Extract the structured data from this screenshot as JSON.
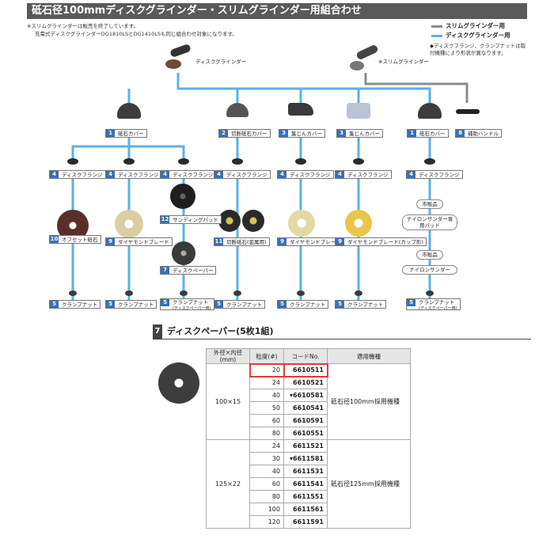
{
  "title": "砥石径100mmディスクグラインダー・スリムグラインダー用組合わせ",
  "notes": [
    "※スリムグラインダーは販売を終了しています。",
    "充電式ディスクグラインダーDG1810LSとDG1410LSも同じ組合わせ対象になります。"
  ],
  "legend": [
    {
      "label": "スリムグラインダー用",
      "color": "#8c8c8c"
    },
    {
      "label": "ディスクグラインダー用",
      "color": "#5ab2e6"
    }
  ],
  "legend_note": "◆ディスクフランジ、クランプナットは取付機種により形状が異なります。",
  "tools": {
    "disc": "ディスクグラインダー",
    "slim": "※スリムグラインダー"
  },
  "covers": [
    {
      "num": "1",
      "label": "砥石カバー"
    },
    {
      "num": "2",
      "label": "切断砥石カバー"
    },
    {
      "num": "3",
      "label": "集じんカバー"
    },
    {
      "num": "3",
      "label": "集じんカバー"
    },
    {
      "num": "1",
      "label": "砥石カバー"
    },
    {
      "num": "8",
      "label": "補助ハンドル"
    }
  ],
  "flange": {
    "num": "4",
    "label": "ディスクフランジ"
  },
  "nut": {
    "num": "5",
    "label": "クランプナット"
  },
  "nut_sub": {
    "num": "5",
    "label": "クランプナット",
    "sub": "(ディスクペーパー用)"
  },
  "accessories": {
    "offset": {
      "num": "10",
      "label": "オフセット砥石"
    },
    "diamond": {
      "num": "9",
      "label": "ダイヤモンドブレード"
    },
    "sanding": {
      "num": "12",
      "label": "サンディングパッド"
    },
    "paper": {
      "num": "7",
      "label": "ディスクペーパー"
    },
    "cutting": {
      "num": "11",
      "label": "切断砥石(金属用)"
    },
    "diamond_cup": {
      "num": "9",
      "label": "ダイヤモンドブレード(カップ形)"
    },
    "market1": "市販品",
    "nylon_pad": "ナイロンサンダー専用パッド",
    "market2": "市販品",
    "nylon": "ナイロンサンダー"
  },
  "section": {
    "num": "7",
    "title": "ディスクペーパー(5枚1組)"
  },
  "table": {
    "headers": [
      "外径×内径(mm)",
      "粒度(#)",
      "コードNo.",
      "適用機種"
    ],
    "groups": [
      {
        "size": "100×15",
        "model": "砥石径100mm採用機種",
        "rows": [
          {
            "grit": "20",
            "code": "6610511",
            "highlight": true
          },
          {
            "grit": "24",
            "code": "6610521"
          },
          {
            "grit": "40",
            "code": "▾6610581"
          },
          {
            "grit": "50",
            "code": "6610541"
          },
          {
            "grit": "60",
            "code": "6610591"
          },
          {
            "grit": "80",
            "code": "6610551"
          }
        ]
      },
      {
        "size": "125×22",
        "model": "砥石径125mm採用機種",
        "rows": [
          {
            "grit": "24",
            "code": "6611521"
          },
          {
            "grit": "30",
            "code": "▾6611581"
          },
          {
            "grit": "40",
            "code": "6611531"
          },
          {
            "grit": "60",
            "code": "6611541"
          },
          {
            "grit": "80",
            "code": "6611551"
          },
          {
            "grit": "100",
            "code": "6611561"
          },
          {
            "grit": "120",
            "code": "6611591"
          }
        ]
      }
    ]
  },
  "colors": {
    "accent_blue": "#5ab2e6",
    "number_blue": "#3a6fb5",
    "highlight": "#e23b3b"
  }
}
